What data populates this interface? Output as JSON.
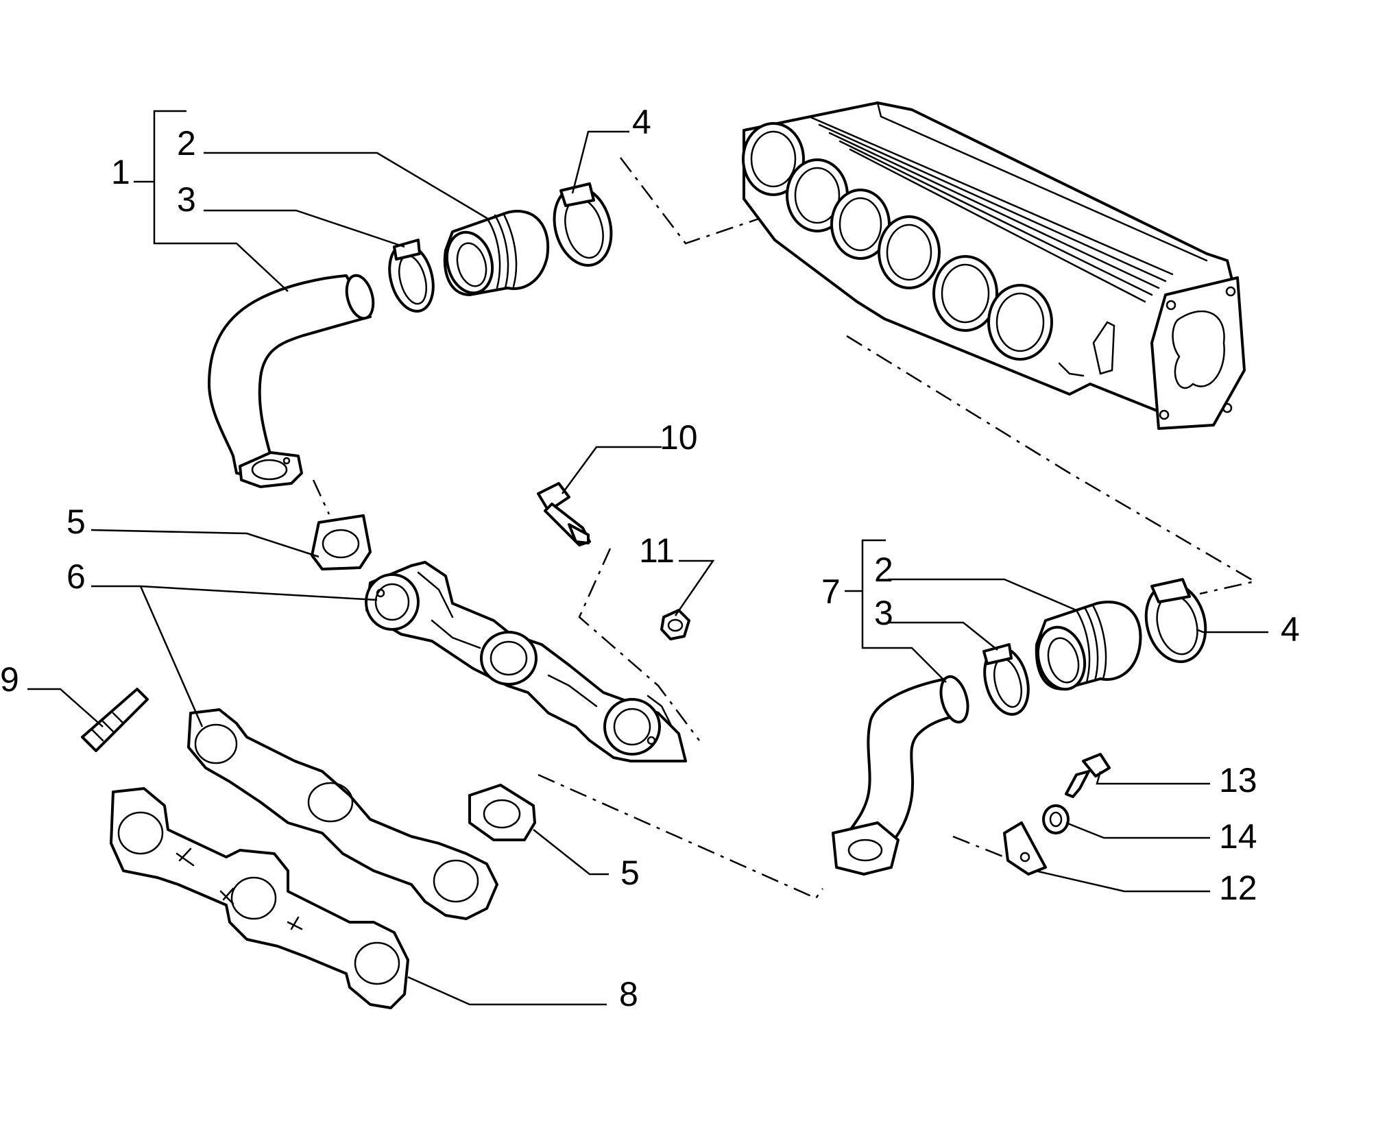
{
  "callouts": {
    "c1": "1",
    "c2a": "2",
    "c3a": "3",
    "c4a": "4",
    "c5a": "5",
    "c6": "6",
    "c9": "9",
    "c10": "10",
    "c11": "11",
    "c7": "7",
    "c2b": "2",
    "c3b": "3",
    "c4b": "4",
    "c13": "13",
    "c14": "14",
    "c12": "12",
    "c5b": "5",
    "c8": "8"
  }
}
